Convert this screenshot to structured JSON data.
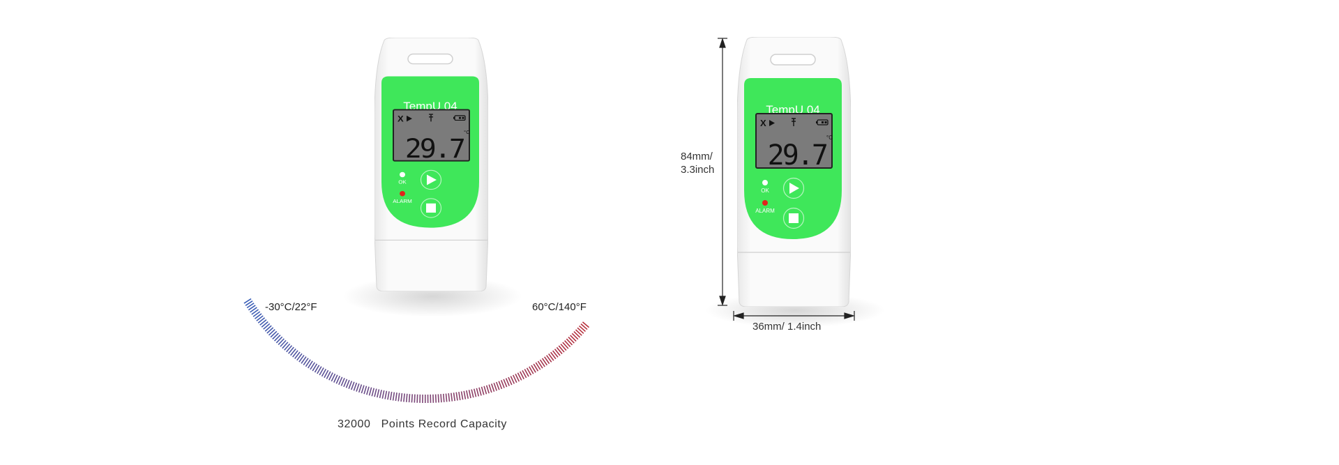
{
  "device": {
    "model": "TempU 04",
    "reading": "29.7",
    "unit": "°C",
    "lcd_icons": [
      "x-mark",
      "play-indicator",
      "antenna",
      "battery"
    ],
    "lcd_x": "X",
    "ok_label": "OK",
    "alarm_label": "ALARM",
    "colors": {
      "panel": "#3fe75a",
      "lcd": "#7a7a7a",
      "alarm": "#e0241c"
    }
  },
  "range": {
    "min_label": "-30°C/22°F",
    "max_label": "60°C/140°F",
    "colors": {
      "cold": "#3a5fb8",
      "hot": "#b8303c"
    }
  },
  "capacity": {
    "value": "32000",
    "text": "Points Record Capacity"
  },
  "dimensions": {
    "height_mm": "84mm/",
    "height_in": "3.3inch",
    "width": "36mm/ 1.4inch"
  }
}
